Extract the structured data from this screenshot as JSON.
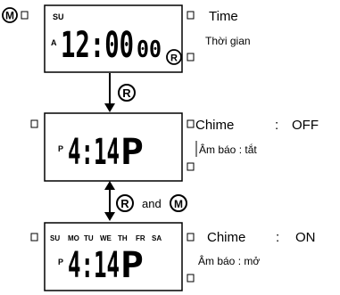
{
  "buttons": {
    "m": "M",
    "r": "R"
  },
  "panels": [
    {
      "day_label": "SU",
      "ampm": "A",
      "time_main": "12:00",
      "time_seconds": "00",
      "caption_en": "Time",
      "caption_vi": "Thời gian"
    },
    {
      "ampm": "P",
      "time_main": "4:14",
      "time_suffix": "P",
      "caption_en": "Chime",
      "caption_sep": ":",
      "caption_value": "OFF",
      "caption_vi": "Âm báo : tắt"
    },
    {
      "day_labels": [
        "SU",
        "MO",
        "TU",
        "WE",
        "TH",
        "FR",
        "SA"
      ],
      "ampm": "P",
      "time_main": "4:14",
      "time_suffix": "P",
      "caption_en": "Chime",
      "caption_sep": ":",
      "caption_value": "ON",
      "caption_vi": "Âm báo : mở"
    }
  ],
  "transitions": {
    "and_label": "and"
  }
}
